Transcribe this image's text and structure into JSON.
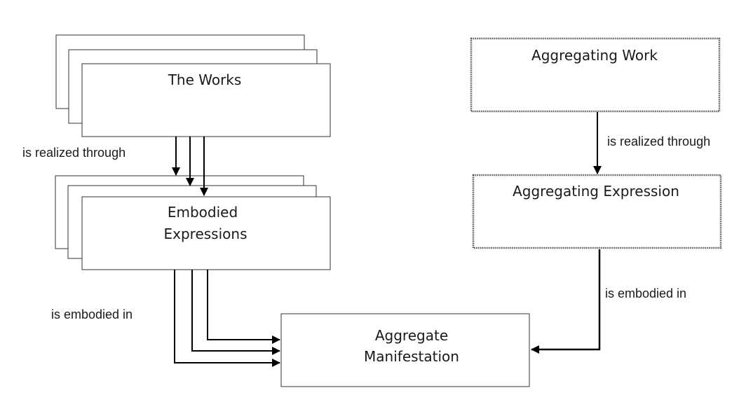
{
  "nodes": {
    "works": "The Works",
    "embodied_line1": "Embodied",
    "embodied_line2": "Expressions",
    "aggregate_line1": "Aggregate",
    "aggregate_line2": "Manifestation",
    "aggregating_work": "Aggregating Work",
    "aggregating_expression": "Aggregating Expression"
  },
  "edges": {
    "left_realized": "is realized through",
    "left_embodied": "is embodied in",
    "right_realized": "is realized through",
    "right_embodied": "is embodied in"
  }
}
